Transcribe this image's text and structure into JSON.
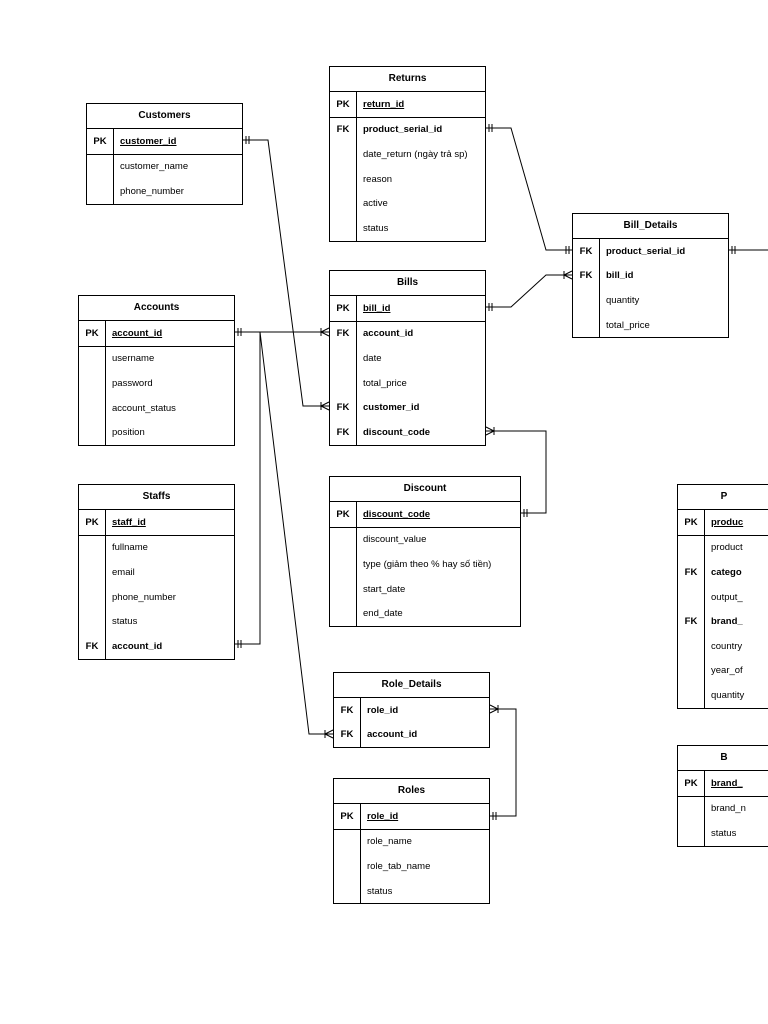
{
  "entities": {
    "customers": {
      "title": "Customers",
      "rows": [
        {
          "key": "PK",
          "name": "customer_id"
        },
        {
          "key": "",
          "name": "customer_name"
        },
        {
          "key": "",
          "name": "phone_number"
        }
      ]
    },
    "returns": {
      "title": "Returns",
      "rows": [
        {
          "key": "PK",
          "name": "return_id"
        },
        {
          "key": "FK",
          "name": "product_serial_id"
        },
        {
          "key": "",
          "name": "date_return (ngày trả sp)"
        },
        {
          "key": "",
          "name": "reason"
        },
        {
          "key": "",
          "name": "active"
        },
        {
          "key": "",
          "name": "status"
        }
      ]
    },
    "bill_details": {
      "title": "Bill_Details",
      "rows": [
        {
          "key": "FK",
          "name": "product_serial_id"
        },
        {
          "key": "FK",
          "name": "bill_id"
        },
        {
          "key": "",
          "name": "quantity"
        },
        {
          "key": "",
          "name": "total_price"
        }
      ]
    },
    "accounts": {
      "title": "Accounts",
      "rows": [
        {
          "key": "PK",
          "name": "account_id"
        },
        {
          "key": "",
          "name": "username"
        },
        {
          "key": "",
          "name": "password"
        },
        {
          "key": "",
          "name": "account_status"
        },
        {
          "key": "",
          "name": "position"
        }
      ]
    },
    "bills": {
      "title": "Bills",
      "rows": [
        {
          "key": "PK",
          "name": "bill_id"
        },
        {
          "key": "FK",
          "name": "account_id"
        },
        {
          "key": "",
          "name": "date"
        },
        {
          "key": "",
          "name": "total_price"
        },
        {
          "key": "FK",
          "name": "customer_id"
        },
        {
          "key": "FK",
          "name": "discount_code"
        }
      ]
    },
    "discount": {
      "title": "Discount",
      "rows": [
        {
          "key": "PK",
          "name": "discount_code"
        },
        {
          "key": "",
          "name": "discount_value"
        },
        {
          "key": "",
          "name": "type (giảm theo % hay số tiền)"
        },
        {
          "key": "",
          "name": "start_date"
        },
        {
          "key": "",
          "name": "end_date"
        }
      ]
    },
    "staffs": {
      "title": "Staffs",
      "rows": [
        {
          "key": "PK",
          "name": "staff_id"
        },
        {
          "key": "",
          "name": "fullname"
        },
        {
          "key": "",
          "name": "email"
        },
        {
          "key": "",
          "name": "phone_number"
        },
        {
          "key": "",
          "name": "status"
        },
        {
          "key": "FK",
          "name": "account_id"
        }
      ]
    },
    "role_details": {
      "title": "Role_Details",
      "rows": [
        {
          "key": "FK",
          "name": "role_id"
        },
        {
          "key": "FK",
          "name": "account_id"
        }
      ]
    },
    "roles": {
      "title": "Roles",
      "rows": [
        {
          "key": "PK",
          "name": "role_id"
        },
        {
          "key": "",
          "name": "role_name"
        },
        {
          "key": "",
          "name": "role_tab_name"
        },
        {
          "key": "",
          "name": "status"
        }
      ]
    },
    "products_partial": {
      "title": "P",
      "rows": [
        {
          "key": "PK",
          "name": "produc"
        },
        {
          "key": "",
          "name": "product"
        },
        {
          "key": "FK",
          "name": "catego"
        },
        {
          "key": "",
          "name": "output_"
        },
        {
          "key": "FK",
          "name": "brand_"
        },
        {
          "key": "",
          "name": "country"
        },
        {
          "key": "",
          "name": "year_of"
        },
        {
          "key": "",
          "name": "quantity"
        }
      ]
    },
    "brands_partial": {
      "title": "B",
      "rows": [
        {
          "key": "PK",
          "name": "brand_"
        },
        {
          "key": "",
          "name": "brand_n"
        },
        {
          "key": "",
          "name": "status"
        }
      ]
    }
  }
}
